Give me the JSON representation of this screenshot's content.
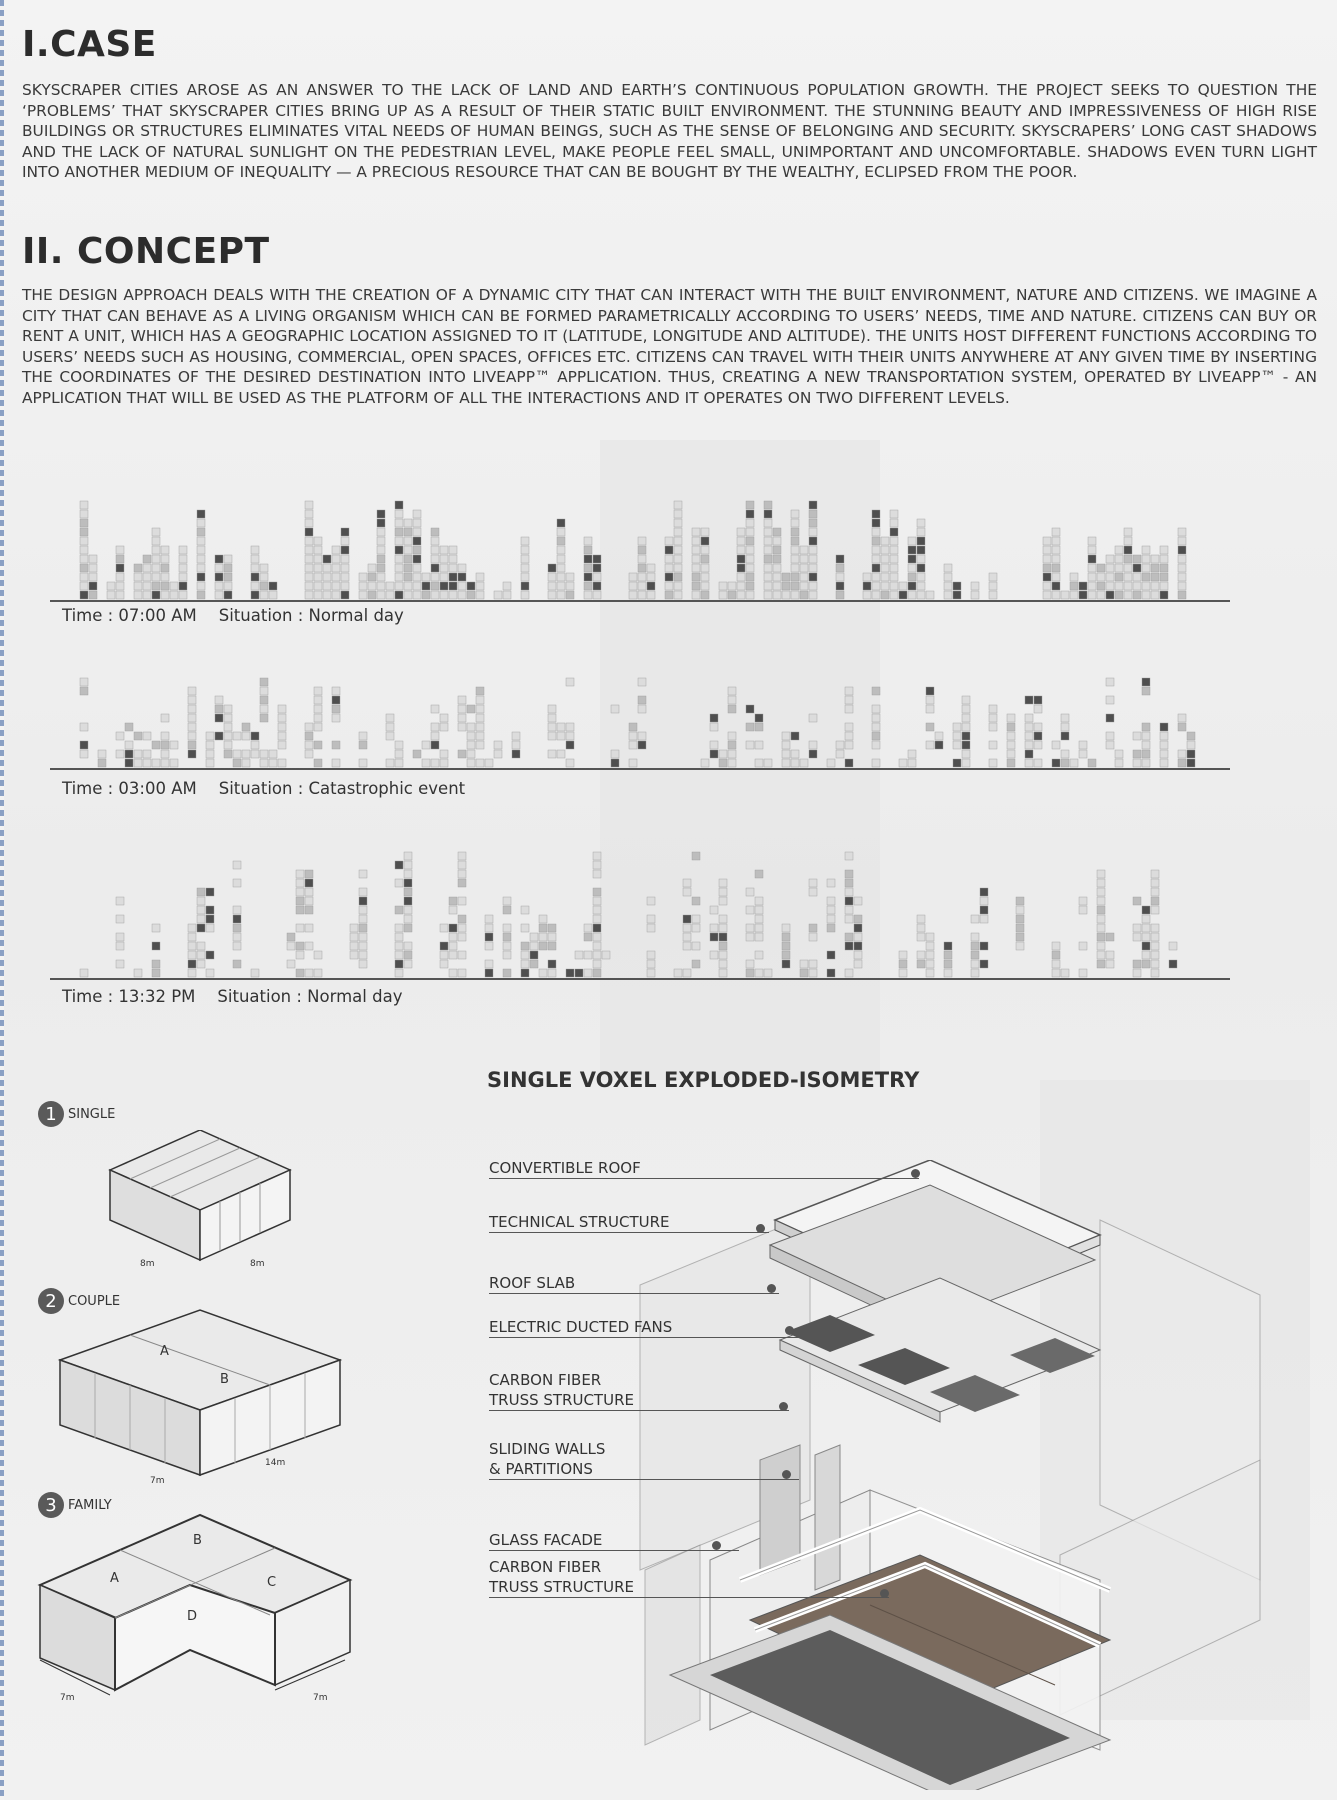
{
  "case": {
    "heading": "I.CASE",
    "text": "SKYSCRAPER CITIES AROSE AS AN ANSWER TO THE LACK OF LAND AND EARTH’S CONTINUOUS POPULATION GROWTH. THE PROJECT SEEKS TO QUESTION THE ‘PROBLEMS’ THAT SKYSCRAPER CITIES BRING UP AS A RESULT OF THEIR STATIC BUILT ENVIRONMENT. THE STUNNING BEAUTY AND IMPRESSIVENESS OF HIGH RISE BUILDINGS OR STRUCTURES ELIMINATES VITAL NEEDS OF HUMAN BEINGS, SUCH AS THE SENSE OF BELONGING AND SECURITY. SKYSCRAPERS’ LONG CAST SHADOWS AND THE LACK OF NATURAL SUNLIGHT ON THE PEDESTRIAN LEVEL, MAKE PEOPLE FEEL SMALL, UNIMPORTANT AND UNCOMFORTABLE. SHADOWS EVEN TURN LIGHT INTO ANOTHER MEDIUM OF INEQUALITY — A PRECIOUS RESOURCE THAT CAN BE BOUGHT BY THE WEALTHY, ECLIPSED FROM THE POOR."
  },
  "concept": {
    "heading": "II. CONCEPT",
    "text": "THE DESIGN APPROACH DEALS WITH THE CREATION OF A DYNAMIC CITY THAT CAN INTERACT WITH THE BUILT ENVIRONMENT, NATURE AND CITIZENS. WE IMAGINE A CITY THAT CAN BEHAVE AS A LIVING ORGANISM WHICH CAN BE FORMED PARAMETRICALLY ACCORDING TO USERS’ NEEDS, TIME AND NATURE. CITIZENS CAN BUY OR RENT A UNIT, WHICH HAS A GEOGRAPHIC LOCATION ASSIGNED TO IT (LATITUDE, LONGITUDE AND ALTITUDE). THE UNITS HOST DIFFERENT FUNCTIONS ACCORDING TO USERS’ NEEDS SUCH AS HOUSING, COMMERCIAL, OPEN SPACES, OFFICES ETC. CITIZENS CAN TRAVEL WITH THEIR UNITS ANYWHERE AT ANY GIVEN TIME BY INSERTING THE COORDINATES OF THE DESIRED DESTINATION INTO LIVEAPP™ APPLICATION. THUS, CREATING A NEW TRANSPORTATION SYSTEM, OPERATED BY LIVEAPP™ - AN APPLICATION THAT WILL BE USED AS THE PLATFORM OF ALL THE INTERACTIONS AND IT OPERATES ON TWO DIFFERENT LEVELS."
  },
  "scenarios": [
    {
      "time": "Time : 07:00 AM",
      "situation": "Situation : Normal day"
    },
    {
      "time": "Time : 03:00 AM",
      "situation": "Situation : Catastrophic event"
    },
    {
      "time": "Time : 13:32 PM",
      "situation": "Situation : Normal day"
    }
  ],
  "units": [
    {
      "number": "1",
      "label": "SINGLE",
      "dims": [
        "8m",
        "8m"
      ]
    },
    {
      "number": "2",
      "label": "COUPLE",
      "dims": [
        "7m",
        "14m"
      ],
      "zones": [
        "A",
        "B"
      ]
    },
    {
      "number": "3",
      "label": "FAMILY",
      "dims": [
        "7m",
        "7m"
      ],
      "zones": [
        "A",
        "B",
        "C",
        "D"
      ]
    }
  ],
  "exploded": {
    "title": "SINGLE VOXEL EXPLODED-ISOMETRY",
    "labels": [
      "CONVERTIBLE ROOF",
      "TECHNICAL STRUCTURE",
      "ROOF SLAB",
      "ELECTRIC DUCTED FANS",
      "CARBON FIBER\nTRUSS STRUCTURE",
      "SLIDING WALLS\n& PARTITIONS",
      "GLASS FACADE",
      "CARBON FIBER\nTRUSS STRUCTURE"
    ]
  }
}
